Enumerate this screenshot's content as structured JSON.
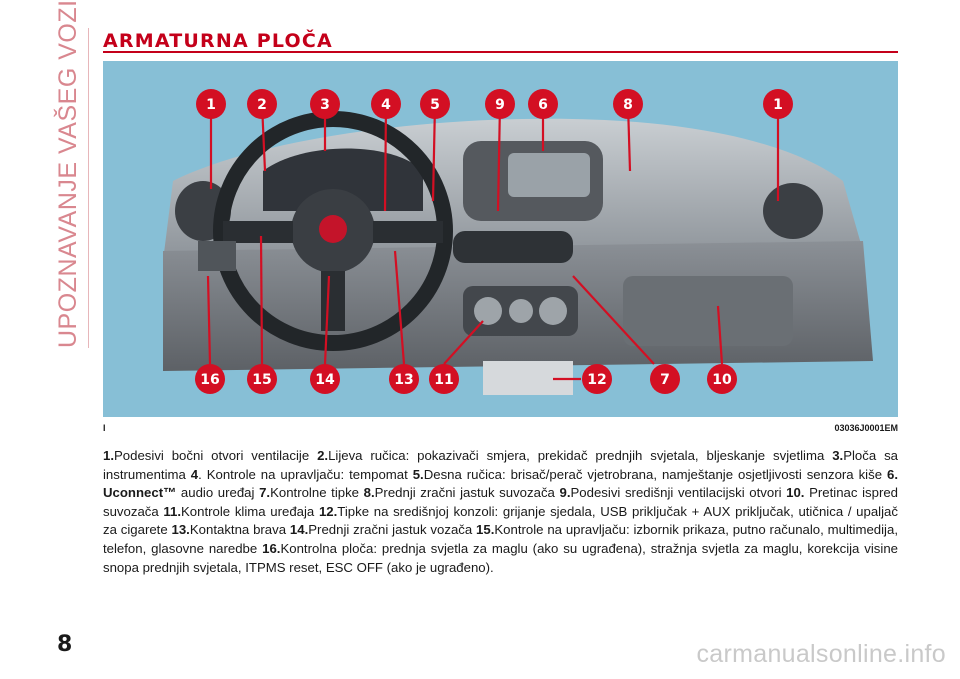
{
  "side_title": "UPOZNAVANJE VAŠEG VOZILA",
  "heading": "ARMATURNA PLOČA",
  "figure": {
    "id_label": "I",
    "code": "03036J0001EM",
    "callouts": [
      "1",
      "2",
      "3",
      "4",
      "5",
      "9",
      "6",
      "8",
      "1",
      "16",
      "15",
      "14",
      "13",
      "11",
      "12",
      "7",
      "10"
    ]
  },
  "description": [
    {
      "num": "1.",
      "text": "Podesivi bočni otvori ventilacije "
    },
    {
      "num": "2.",
      "text": "Lijeva ručica: pokazivači smjera, prekidač prednjih svjetala, bljeskanje svjetlima "
    },
    {
      "num": "3.",
      "text": "Ploča sa instrumentima "
    },
    {
      "num": "4",
      "text": ". Kontrole na upravljaču: tempomat "
    },
    {
      "num": "5.",
      "text": "Desna ručica: brisač/perač vjetrobrana, namještanje osjetljivosti senzora kiše "
    },
    {
      "num": "6. Uconnect™",
      "text": " audio uređaj "
    },
    {
      "num": "7.",
      "text": "Kontrolne tipke "
    },
    {
      "num": "8.",
      "text": "Prednji zračni jastuk suvozača "
    },
    {
      "num": "9.",
      "text": "Podesivi središnji ventilacijski otvori "
    },
    {
      "num": "10.",
      "text": " Pretinac ispred suvozača "
    },
    {
      "num": "11.",
      "text": "Kontrole klima uređaja "
    },
    {
      "num": "12.",
      "text": "Tipke na središnjoj konzoli: grijanje sjedala, USB priključak + AUX priključak, utičnica / upaljač za cigarete "
    },
    {
      "num": "13.",
      "text": "Kontaktna brava "
    },
    {
      "num": "14.",
      "text": "Prednji zračni jastuk vozača "
    },
    {
      "num": "15.",
      "text": "Kontrole na upravljaču: izbornik prikaza, putno računalo, multimedija, telefon, glasovne naredbe "
    },
    {
      "num": "16.",
      "text": "Kontrolna ploča: prednja svjetla za maglu (ako su ugrađena), stražnja svjetla za maglu, korekcija visine snopa prednjih svjetala, ITPMS reset, ESC OFF (ako je ugrađeno)."
    }
  ],
  "page_number": "8",
  "watermark": "carmanualsonline.info"
}
